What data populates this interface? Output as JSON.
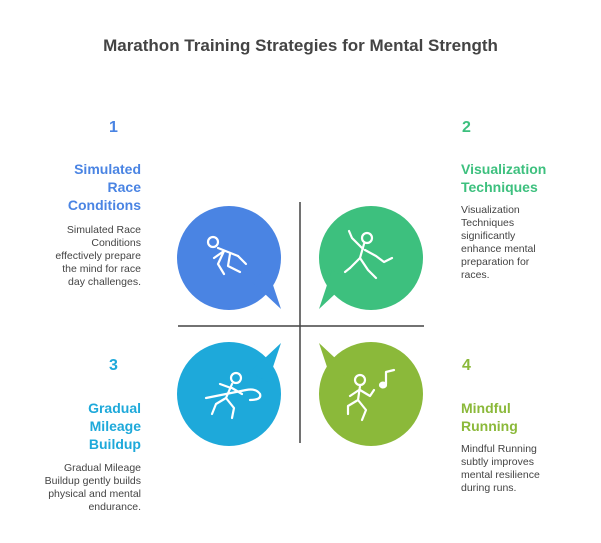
{
  "title": "Marathon Training Strategies for Mental Strength",
  "colors": {
    "blue": "#4A84E3",
    "green": "#3DC07E",
    "cyan": "#1EA9DA",
    "lime": "#8BB93A",
    "title": "#444444",
    "divider": "#444444"
  },
  "quadrants": [
    {
      "number": "1",
      "heading": "Simulated Race Conditions",
      "heading_lines": [
        "Simulated",
        "Race",
        "Conditions"
      ],
      "description_lines": [
        "Simulated Race",
        "Conditions",
        "effectively prepare",
        "the mind for race",
        "day challenges."
      ],
      "icon": "crouching-runner-icon",
      "color": "#4A84E3"
    },
    {
      "number": "2",
      "heading": "Visualization Techniques",
      "heading_lines": [
        "Visualization",
        "Techniques"
      ],
      "description_lines": [
        "Visualization",
        "Techniques",
        "significantly",
        "enhance mental",
        "preparation for",
        "races."
      ],
      "icon": "dancing-figure-icon",
      "color": "#3DC07E"
    },
    {
      "number": "3",
      "heading": "Gradual Mileage Buildup",
      "heading_lines": [
        "Gradual",
        "Mileage",
        "Buildup"
      ],
      "description_lines": [
        "Gradual Mileage",
        "Buildup gently builds",
        "physical and mental",
        "endurance."
      ],
      "icon": "runner-finish-line-icon",
      "color": "#1EA9DA"
    },
    {
      "number": "4",
      "heading": "Mindful Running",
      "heading_lines": [
        "Mindful",
        "Running"
      ],
      "description_lines": [
        "Mindful Running",
        "subtly improves",
        "mental resilience",
        "during runs."
      ],
      "icon": "runner-music-icon",
      "color": "#8BB93A"
    }
  ]
}
